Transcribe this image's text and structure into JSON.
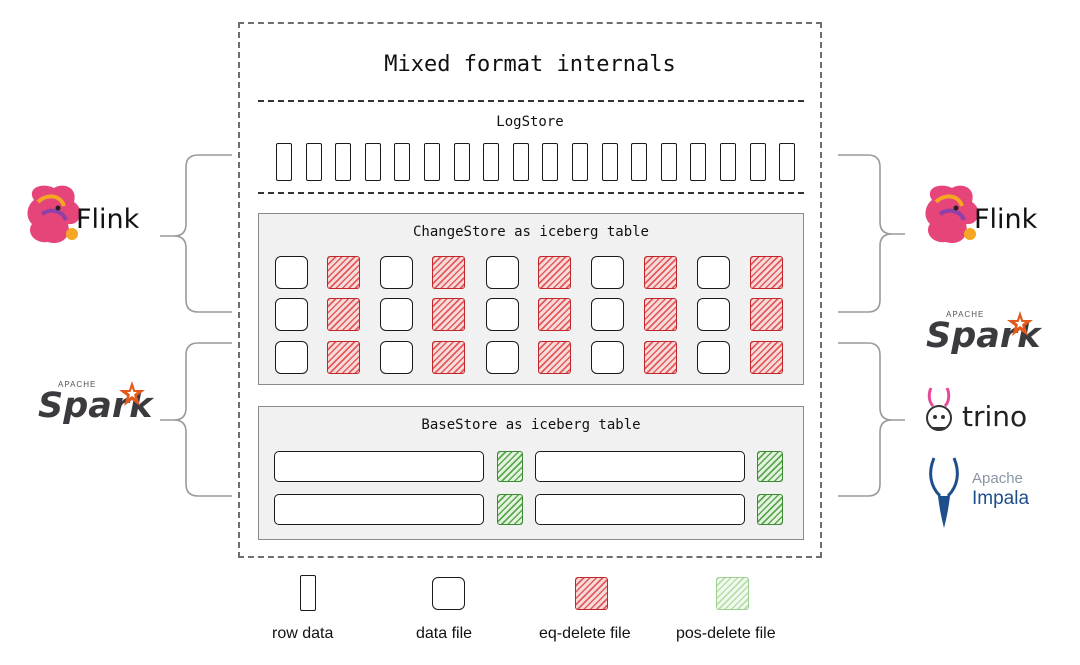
{
  "diagram": {
    "title": "Mixed format internals",
    "logstore_label": "LogStore",
    "changestore_label": "ChangeStore as iceberg table",
    "basestore_label": "BaseStore as iceberg table"
  },
  "engines": {
    "left": [
      "Flink",
      "Spark"
    ],
    "right": [
      "Flink",
      "Spark",
      "trino",
      "Impala"
    ],
    "flink_label": "Flink",
    "spark_label": "Spark",
    "spark_apache": "APACHE",
    "trino_label": "trino",
    "impala_apache": "Apache",
    "impala_label": "Impala"
  },
  "legend": {
    "row_data": "row data",
    "data_file": "data file",
    "eq_delete_file": "eq-delete file",
    "pos_delete_file": "pos-delete file"
  },
  "colors": {
    "eq_delete": "#c0262a",
    "pos_delete": "#3a8a32",
    "flink": "#e6457a",
    "spark": "#e25a1c",
    "impala": "#1f4e8c"
  }
}
